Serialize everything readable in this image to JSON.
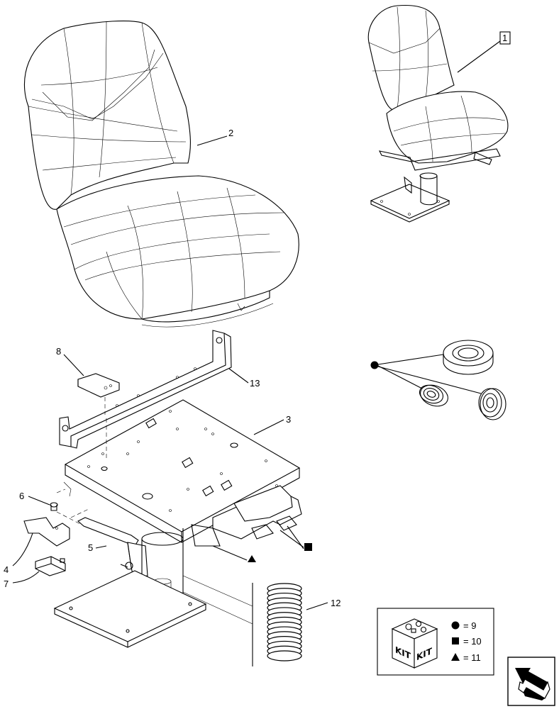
{
  "callouts": {
    "c1": "1",
    "c2": "2",
    "c3": "3",
    "c4": "4",
    "c5": "5",
    "c6": "6",
    "c7": "7",
    "c8": "8",
    "c12": "12",
    "c13": "13"
  },
  "legend": {
    "kit_text_left": "KIT",
    "kit_text_right": "KIT",
    "circle_ref": "= 9",
    "square_ref": "= 10",
    "triangle_ref": "= 11"
  },
  "icons": {
    "kit": "kit-box-icon",
    "navigation": "arrow-back-icon"
  }
}
